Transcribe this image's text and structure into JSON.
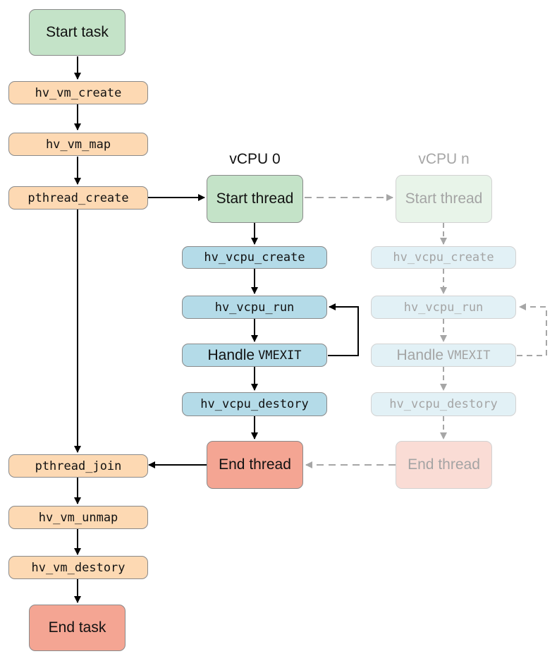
{
  "main_flow": {
    "start_task": "Start task",
    "vm_create": "hv_vm_create",
    "vm_map": "hv_vm_map",
    "pthread_create": "pthread_create",
    "pthread_join": "pthread_join",
    "vm_unmap": "hv_vm_unmap",
    "vm_destory": "hv_vm_destory",
    "end_task": "End task"
  },
  "vcpu0": {
    "label": "vCPU 0",
    "start_thread": "Start thread",
    "vcpu_create": "hv_vcpu_create",
    "vcpu_run": "hv_vcpu_run",
    "handle_prefix": "Handle",
    "handle_code": "VMEXIT",
    "vcpu_destory": "hv_vcpu_destory",
    "end_thread": "End thread"
  },
  "vcpun": {
    "label": "vCPU n",
    "start_thread": "Start thread",
    "vcpu_create": "hv_vcpu_create",
    "vcpu_run": "hv_vcpu_run",
    "handle_prefix": "Handle",
    "handle_code": "VMEXIT",
    "vcpu_destory": "hv_vcpu_destory",
    "end_thread": "End thread"
  },
  "colors": {
    "green": "#c4e3c8",
    "orange": "#fdd9b3",
    "red": "#f4a593",
    "blue": "#b4dbe8",
    "arrow": "#000000",
    "faded_arrow": "#a6a6a6"
  }
}
